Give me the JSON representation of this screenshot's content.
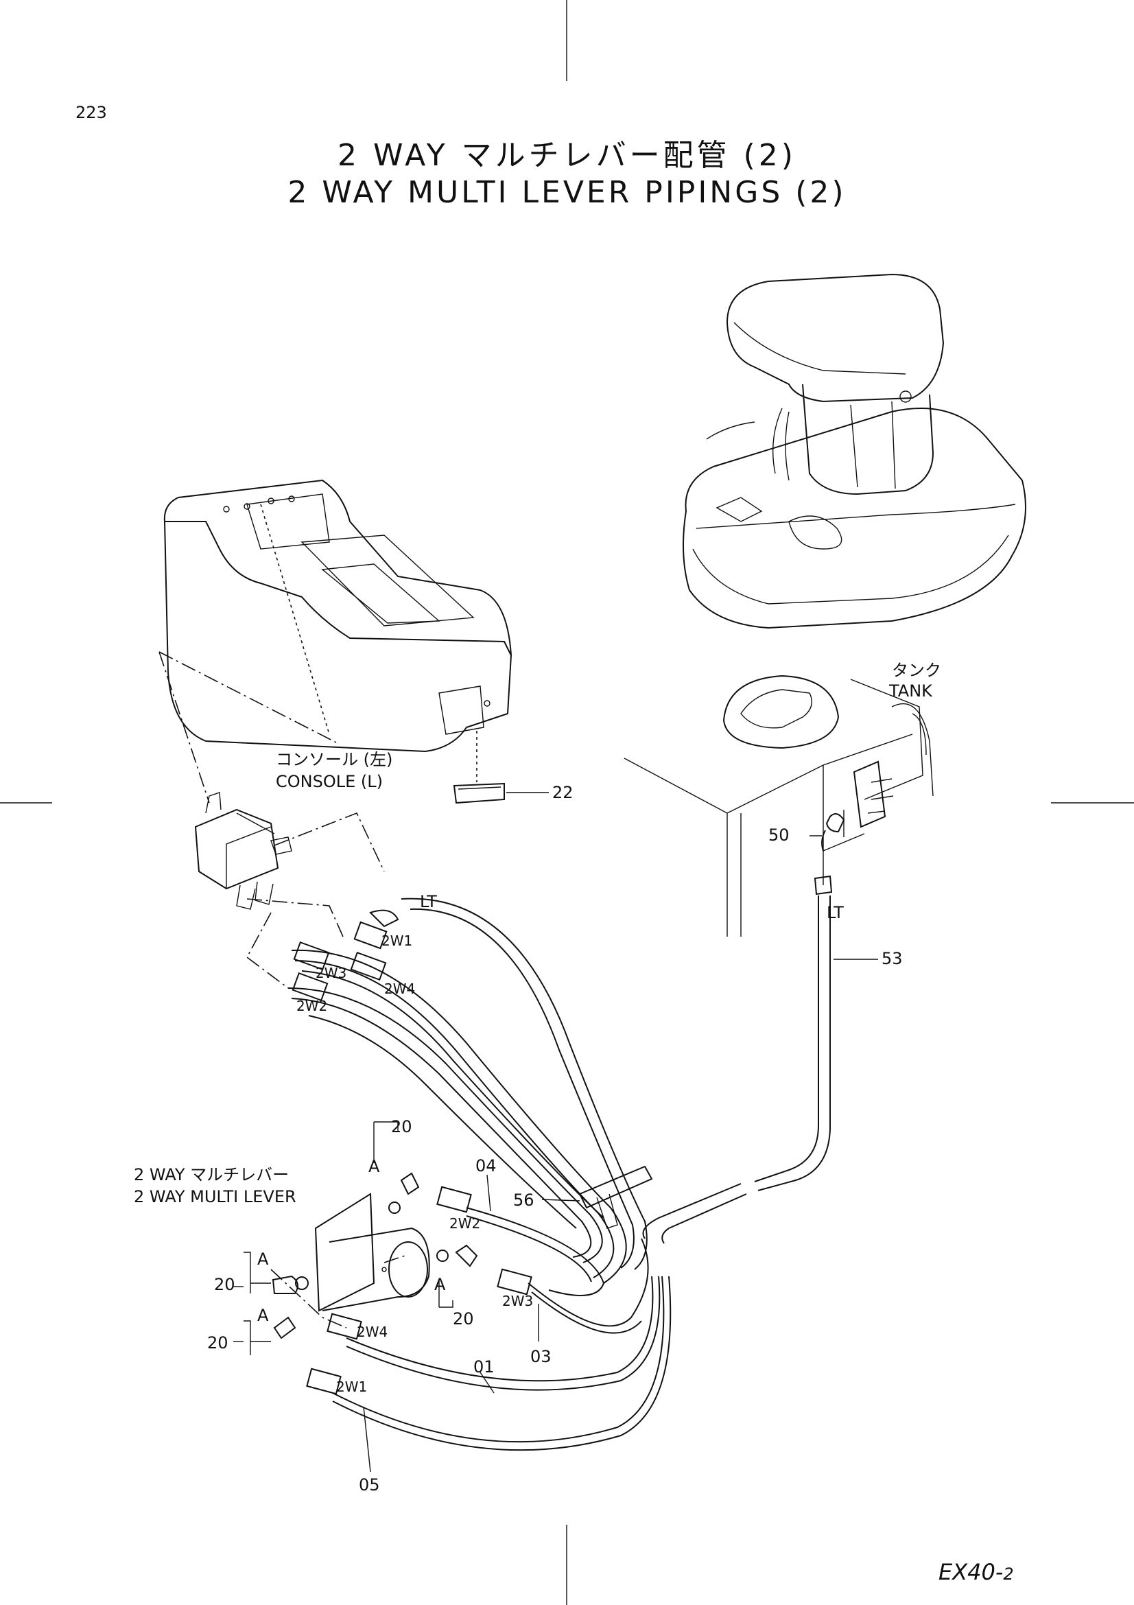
{
  "page_number": "223",
  "title_ja": "2 WAY マルチレバー配管 (2)",
  "title_en": "2 WAY MULTI LEVER PIPINGS (2)",
  "labels": {
    "tank_ja": "タンク",
    "tank_en": "TANK",
    "console_ja": "コンソール (左)",
    "console_en": "CONSOLE (L)",
    "multi_lever_ja": "2 WAY マルチレバー",
    "multi_lever_en": "2 WAY MULTI LEVER",
    "lt_upper": "LT",
    "lt_right": "LT"
  },
  "port_labels": {
    "2w1_top": "2W1",
    "2w3_top": "2W3",
    "2w4_top": "2W4",
    "2w2_top": "2W2",
    "2w2_bottom": "2W2",
    "2w3_bottom": "2W3",
    "2w4_bottom": "2W4",
    "2w1_bottom": "2W1"
  },
  "view_markers": {
    "a_top": "A",
    "a_middle": "A",
    "a_left_upper": "A",
    "a_left_lower": "A"
  },
  "callouts": {
    "c22": "22",
    "c50": "50",
    "c53": "53",
    "c56": "56",
    "c20_top": "20",
    "c04": "04",
    "c20_left_upper": "20",
    "c20_middle": "20",
    "c03": "03",
    "c20_left_lower": "20",
    "c01": "01",
    "c05": "05"
  },
  "footer": {
    "model": "EX40-",
    "model_suffix": "2"
  }
}
